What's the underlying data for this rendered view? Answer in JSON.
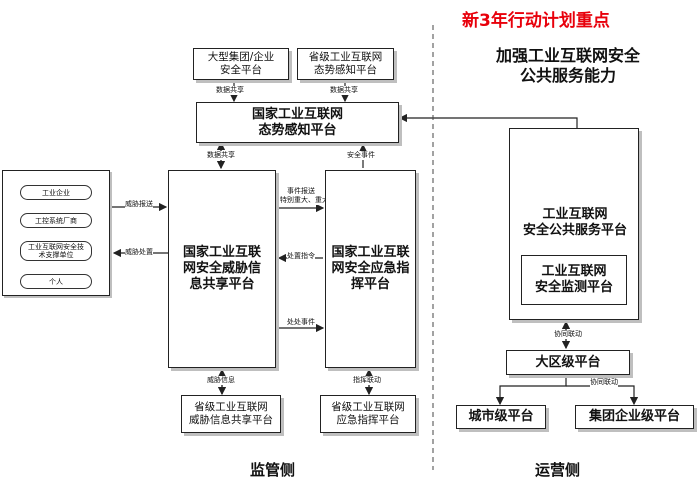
{
  "header": {
    "plan_title": "新3年行动计划重点",
    "goal_line1": "加强工业互联网安全",
    "goal_line2": "公共服务能力"
  },
  "boxes": {
    "large_group": [
      "大型集团/企业",
      "安全平台"
    ],
    "provincial_situation": [
      "省级工业互联网",
      "态势感知平台"
    ],
    "national_situation": [
      "国家工业互联网",
      "态势感知平台"
    ],
    "threat_share": [
      "国家工业互联",
      "网安全威胁信",
      "息共享平台"
    ],
    "emergency_command": [
      "国家工业互联",
      "网安全应急指",
      "挥平台"
    ],
    "prov_threat": [
      "省级工业互联网",
      "威胁信息共享平台"
    ],
    "prov_emergency": [
      "省级工业互联网",
      "应急指挥平台"
    ],
    "public_service": [
      "工业互联网",
      "安全公共服务平台"
    ],
    "monitoring": [
      "工业互联网",
      "安全监测平台"
    ],
    "regional": "大区级平台",
    "city": "城市级平台",
    "group_enterprise": "集团企业级平台"
  },
  "entities": [
    "工业企业",
    "工控系统厂商",
    "工业互联网安全技术支撑单位",
    "个人"
  ],
  "arrow_labels": {
    "data_share_left": "数据共享",
    "data_share_right": "数据共享",
    "data_share_center": "数据共享",
    "security_event": "安全事件",
    "threat_report": "威胁报送",
    "threat_handling": "威胁处置",
    "event_report": "事件报送",
    "major_event": "特别重大、重大",
    "handling_command": "处置指令",
    "disposal_event": "处处事件",
    "threat_info": "威胁信息",
    "command_link": "指挥联动",
    "coordinated_1": "协同联动",
    "coordinated_2": "协同联动"
  },
  "footer": {
    "regulation": "监管侧",
    "operation": "运营侧"
  }
}
